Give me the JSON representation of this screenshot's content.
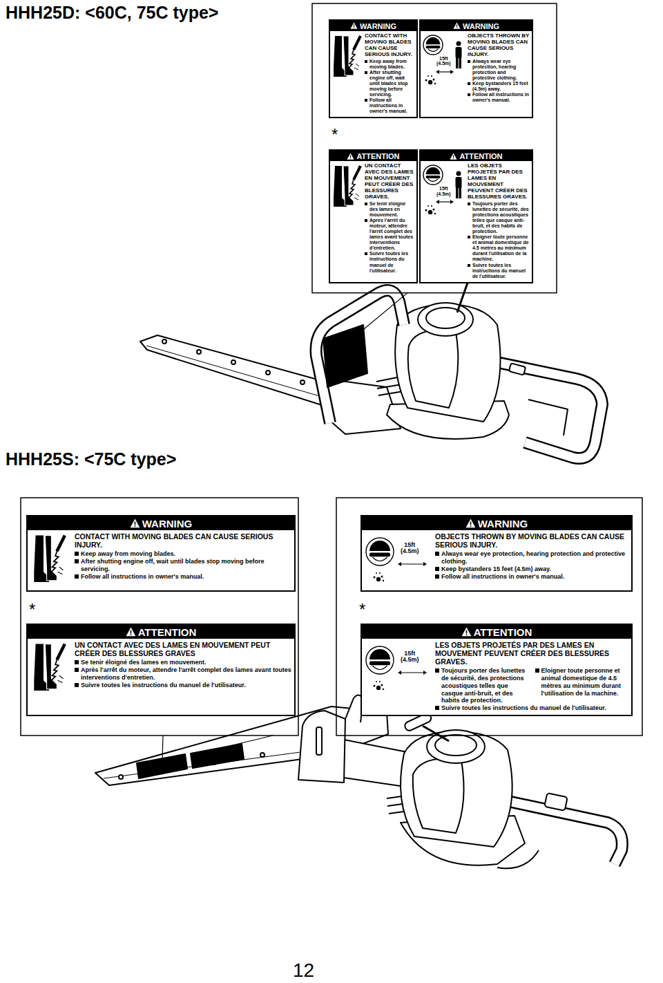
{
  "diagram": {
    "title": "HHH25D: <60C, 75C type>",
    "nodes": [
      {
        "text": [
          "WARNING",
          "CONTACT WITH MOVING BLADES CAN CAUSE SERIOUS INJURY.",
          "Keep away from moving blades.",
          "After shutting engine off, wait until blades stop moving before servicing.",
          "Follow all instructions in owner's manual."
        ]
      },
      {
        "text": [
          "WARNING",
          "15ft (4.5m)",
          "OBJECTS THROWN BY MOVING BLADES CAN CAUSE SERIOUS INJURY.",
          "Always wear eye protection, hearing protection and protective clothing.",
          "Keep bystanders 15 feet (4.5m) away.",
          "Follow all instructions in owner's manual."
        ]
      },
      {
        "text": [
          "ATTENTION",
          "UN CONTACT AVEC DES LAMES EN MOUVEMENT PEUT CRÉER DES BLESSURES GRAVES.",
          "Se tenir éloigné des lames en mouvement.",
          "Après l'arrêt du moteur, attendre l'arrêt complet des lames avant toutes interventions d'entretien.",
          "Suivre toutes les instructions du manuel de l'utilisateur."
        ]
      },
      {
        "text": [
          "ATTENTION",
          "15ft (4.5m)",
          "LES OBJETS PROJETÉS PAR DES LAMES EN MOUVEMENT PEUVENT CRÉER DES BLESSURES GRAVES.",
          "Toujours porter des lunettes de sécurité, des protections acoustiques telles que casque anti-bruit, et des habits de protection.",
          "Eloigner toute personne et animal domestique de 4.5 mètres au minimum durant l'utilisation de la machine.",
          "Suivre toutes les instructions du manuel de l'utilisateur."
        ]
      },
      {
        "text": [
          "WARNING",
          "CONTACT WITH MOVING BLADES CAN CAUSE SERIOUS INJURY.",
          "Keep away from moving blades.",
          "After shutting engine off, wait until blades stop moving before servicing.",
          "Follow all instructions in owner's manual."
        ]
      },
      {
        "text": [
          "WARNING",
          "15ft (4.5m)",
          "OBJECTS THROWN BY MOVING BLADES CAN CAUSE SERIOUS INJURY.",
          "Always wear eye protection, hearing protection and protective clothing.",
          "Keep bystanders 15 feet (4.5m) away.",
          "Follow all instructions in owner's manual."
        ]
      },
      {
        "text": [
          "ATTENTION",
          "UN CONTACT AVEC DES LAMES EN MOUVEMENT PEUT CRÉER DES BLESSURES GRAVES",
          "Se tenir éloigné des lames en mouvement.",
          "Après l'arrêt du moteur, attendre l'arrêt complet des lames avant toutes interventions d'entretien.",
          "Suivre toutes les instructions du manuel de l'utilisateur."
        ]
      },
      {
        "text": [
          "ATTENTION",
          "15ft (4.5m)",
          "LES OBJETS PROJETÉS PAR DES LAMES EN MOUVEMENT PEUVENT CRÉER DES BLESSURES GRAVES.",
          "Toujours porter des lunettes de sécurité, des protections acoustiques telles que casque anti-bruit, et des habits de protection.",
          "Eloigner toute personne et animal domestique de 4.5 mètres au minimum durant l'utilisation de la machine.",
          "Suivre toutes les instructions du manuel de l'utilisateur."
        ]
      }
    ],
    "labels": [
      "*",
      "HHH25S: <75C type>",
      "*",
      "*",
      "12"
    ]
  }
}
